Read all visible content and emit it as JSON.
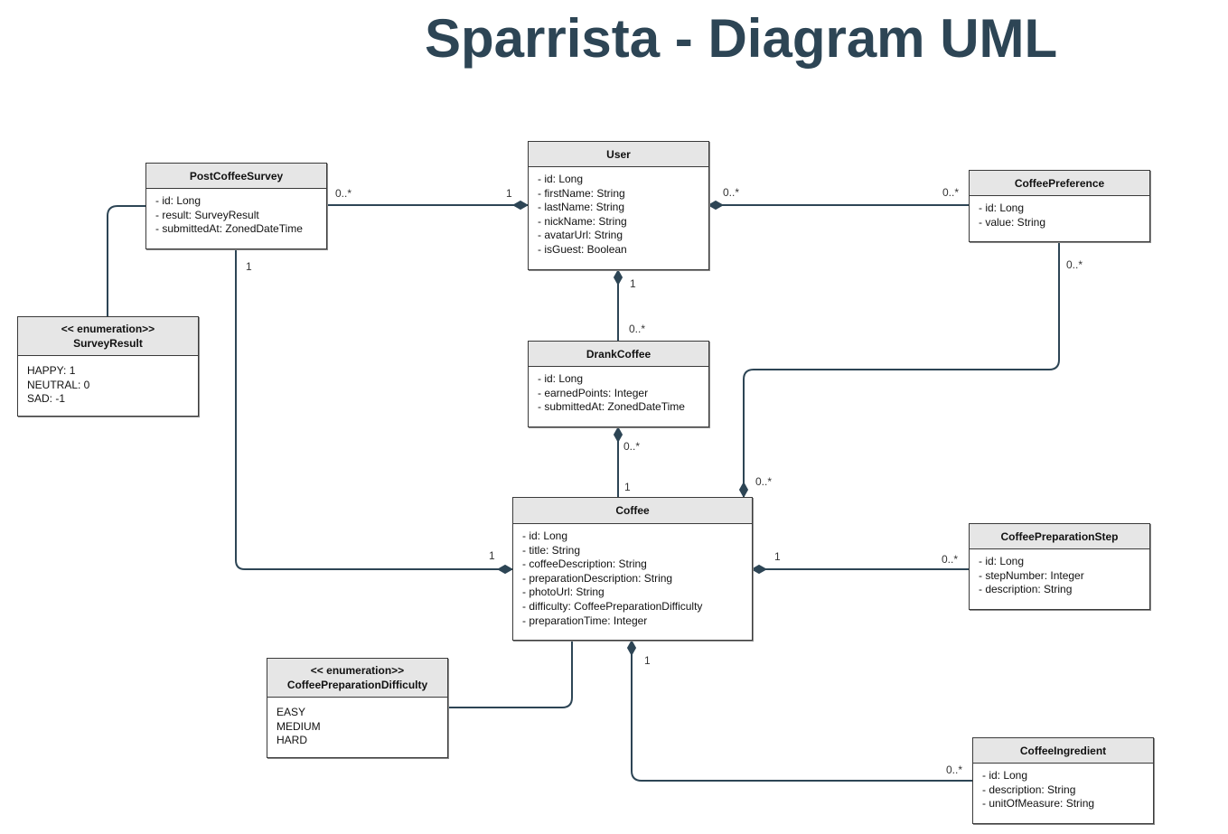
{
  "title": "Sparrista - Diagram UML",
  "classes": {
    "user": {
      "name": "User",
      "attributes": [
        "- id: Long",
        "- firstName: String",
        "- lastName: String",
        "- nickName: String",
        "- avatarUrl: String",
        "- isGuest: Boolean"
      ]
    },
    "post_coffee_survey": {
      "name": "PostCoffeeSurvey",
      "attributes": [
        "- id: Long",
        "- result: SurveyResult",
        "- submittedAt: ZonedDateTime"
      ]
    },
    "coffee_preference": {
      "name": "CoffeePreference",
      "attributes": [
        "- id: Long",
        "- value: String"
      ]
    },
    "survey_result": {
      "stereotype": "<< enumeration>>",
      "name": "SurveyResult",
      "attributes": [
        "HAPPY: 1",
        "NEUTRAL: 0",
        "SAD: -1"
      ]
    },
    "drank_coffee": {
      "name": "DrankCoffee",
      "attributes": [
        "- id: Long",
        "- earnedPoints: Integer",
        "- submittedAt: ZonedDateTime"
      ]
    },
    "coffee": {
      "name": "Coffee",
      "attributes": [
        "- id: Long",
        "- title: String",
        "- coffeeDescription: String",
        "- preparationDescription: String",
        "- photoUrl: String",
        "- difficulty: CoffeePreparationDifficulty",
        "- preparationTime: Integer"
      ]
    },
    "coffee_preparation_step": {
      "name": "CoffeePreparationStep",
      "attributes": [
        "- id: Long",
        "- stepNumber: Integer",
        "- description: String"
      ]
    },
    "coffee_preparation_difficulty": {
      "stereotype": "<< enumeration>>",
      "name": "CoffeePreparationDifficulty",
      "attributes": [
        "EASY",
        "MEDIUM",
        "HARD"
      ]
    },
    "coffee_ingredient": {
      "name": "CoffeeIngredient",
      "attributes": [
        "- id: Long",
        "- description: String",
        "- unitOfMeasure: String"
      ]
    }
  },
  "multiplicities": {
    "survey_user_survey": "0..*",
    "survey_user_user": "1",
    "pref_user_user": "0..*",
    "pref_user_pref": "0..*",
    "user_drank_user": "1",
    "user_drank_drank": "0..*",
    "drank_coffee_drank": "0..*",
    "drank_coffee_coffee": "1",
    "survey_coffee_survey": "1",
    "survey_coffee_coffee": "1",
    "pref_coffee_pref": "0..*",
    "pref_coffee_coffee": "0..*",
    "step_coffee_coffee": "1",
    "step_coffee_step": "0..*",
    "ingredient_coffee_coffee": "1",
    "ingredient_coffee_ingredient": "0..*"
  }
}
